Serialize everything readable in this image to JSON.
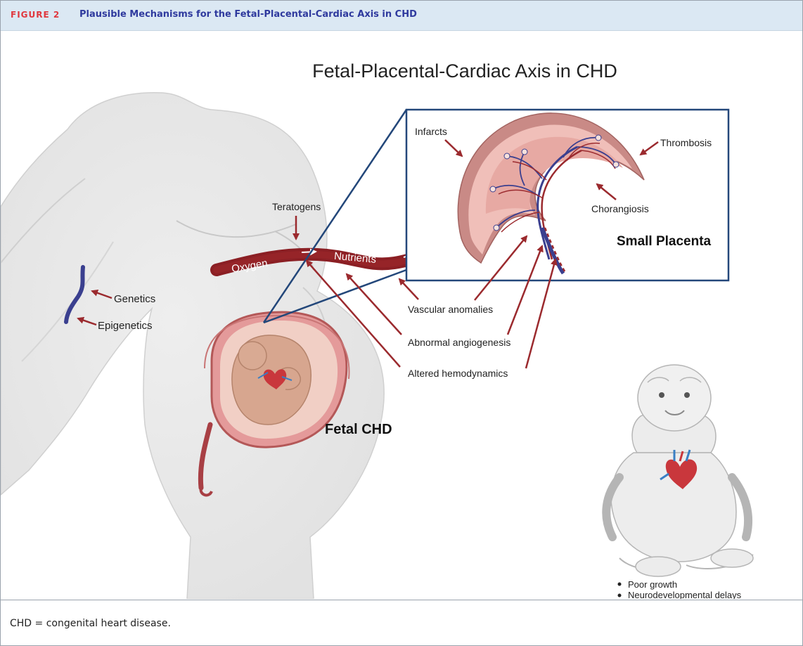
{
  "header": {
    "figure_label": "FIGURE 2",
    "figure_title": "Plausible Mechanisms for the Fetal-Placental-Cardiac Axis in CHD"
  },
  "diagram": {
    "main_title": "Fetal-Placental-Cardiac Axis in CHD",
    "labels": {
      "teratogens": "Teratogens",
      "genetics": "Genetics",
      "epigenetics": "Epigenetics",
      "oxygen": "Oxygen",
      "nutrients": "Nutrients",
      "infarcts": "Infarcts",
      "thrombosis": "Thrombosis",
      "chorangiosis": "Chorangiosis",
      "small_placenta": "Small Placenta",
      "vascular_anomalies": "Vascular anomalies",
      "abnormal_angiogenesis": "Abnormal angiogenesis",
      "altered_hemodynamics": "Altered hemodynamics",
      "fetal_chd": "Fetal CHD"
    },
    "outcomes": [
      "Poor growth",
      "Neurodevelopmental delays"
    ]
  },
  "caption": "CHD = congenital heart disease.",
  "colors": {
    "header_bg": "#dbe8f3",
    "figure_label": "#e0383e",
    "figure_title": "#2f3a9e",
    "arrow": "#9b2a2e",
    "cord": "#8b1f24",
    "inset_border": "#23477a",
    "placenta_outer": "#c98a86",
    "placenta_inner": "#f0bfb9",
    "vessel_blue": "#3a3f8f"
  }
}
